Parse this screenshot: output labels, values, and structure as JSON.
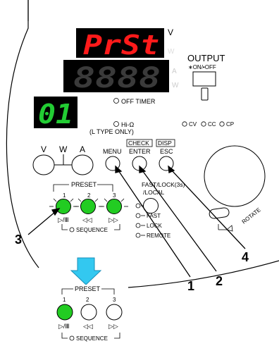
{
  "colors": {
    "display_red": "#ff1a1a",
    "display_green": "#22cc33",
    "display_dim": "#3a3a3a",
    "button_green": "#22cc22",
    "arrow_cyan": "#33c8f0"
  },
  "display": {
    "main_text": "PrSt",
    "sub_text": "8888",
    "channel_text": "01",
    "unit_v": "V",
    "unit_w": "W",
    "unit_a": "A",
    "unit_w2": "W",
    "off_timer": "OFF TIMER",
    "hi_omega": "Hi-Ω",
    "l_type_only": "(L TYPE ONLY)"
  },
  "output": {
    "title": "OUTPUT",
    "sub": "∗ON/•OFF"
  },
  "modes": [
    "CV",
    "CC",
    "CP"
  ],
  "vwa": {
    "v": "V",
    "w": "W",
    "a": "A"
  },
  "keys": {
    "menu": "MENU",
    "check": "CHECK",
    "enter": "ENTER",
    "disp": "DISP",
    "esc": "ESC"
  },
  "preset": {
    "title": "PRESET",
    "numbers": [
      "1",
      "2",
      "3"
    ],
    "sequence": "SEQUENCE"
  },
  "fastlock": {
    "title": "FAST/LOCK(3s)",
    "sub": "/LOCAL",
    "items": [
      "FAST",
      "LOCK",
      "REMOTE"
    ]
  },
  "rotate": "ROTATE",
  "callouts": [
    "1",
    "2",
    "3",
    "4"
  ],
  "icons": {
    "play_pause": "▷/Ⅲ",
    "rewind": "◁◁",
    "forward": "▷▷"
  },
  "lower_preset": {
    "title": "PRESET",
    "numbers": [
      "1",
      "2",
      "3"
    ],
    "sequence": "SEQUENCE"
  }
}
